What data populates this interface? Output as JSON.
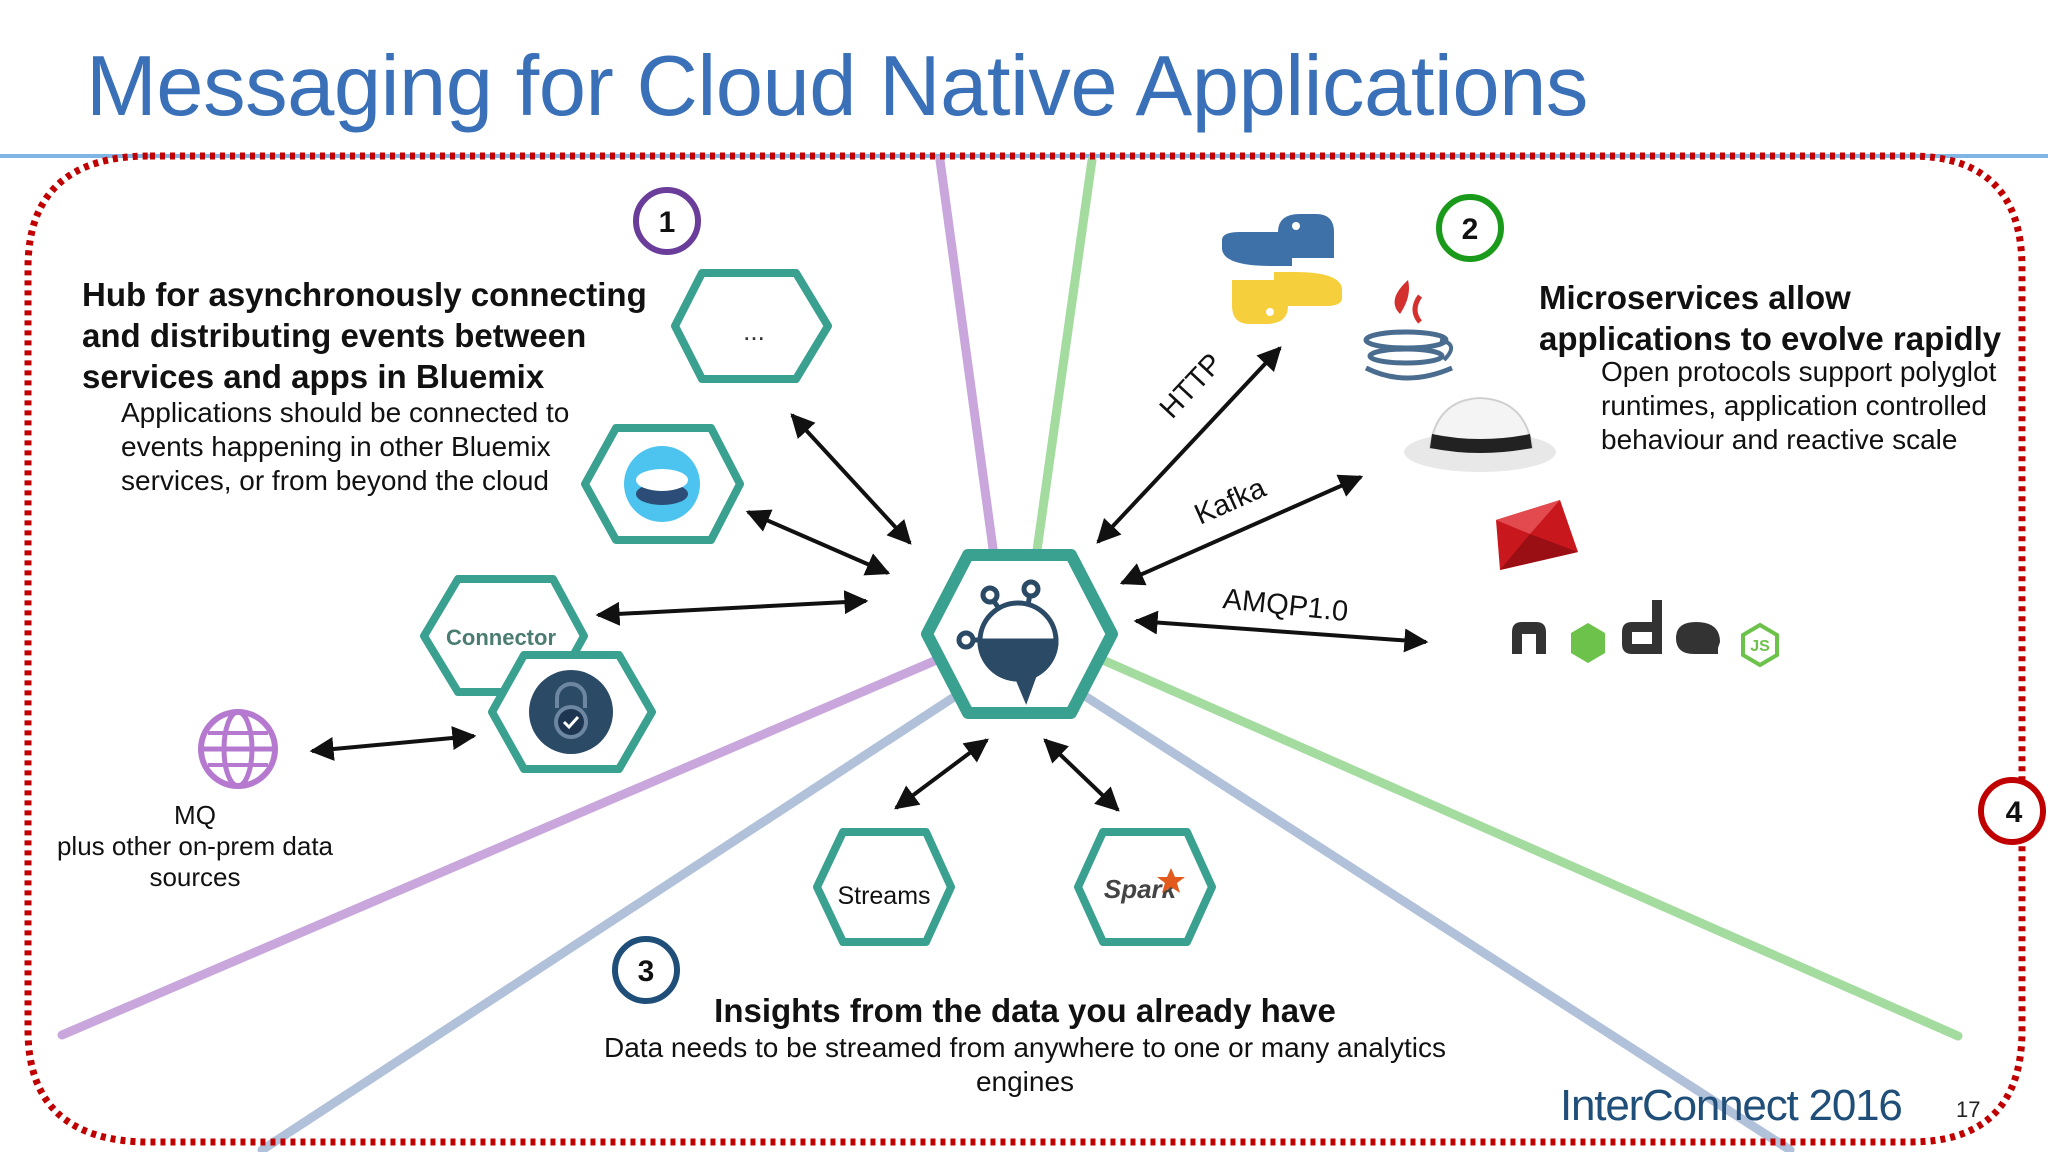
{
  "slide": {
    "title": "Messaging for Cloud Native Applications",
    "brand": "InterConnect 2016",
    "page_number": "17"
  },
  "section_markers": [
    {
      "label": "1",
      "color": "#6a3d9a"
    },
    {
      "label": "2",
      "color": "#1a9a1a"
    },
    {
      "label": "3",
      "color": "#1f4e79"
    },
    {
      "label": "4",
      "color": "#c00000"
    }
  ],
  "section1": {
    "heading": "Hub for asynchronously connecting and distributing events between services and apps in Bluemix",
    "body": "Applications should be connected to events happening in other Bluemix services, or from beyond the cloud"
  },
  "section2": {
    "heading": "Microservices allow applications to evolve rapidly",
    "body": "Open protocols support polyglot runtimes, application controlled behaviour and reactive scale"
  },
  "section3": {
    "heading": "Insights from the data you already have",
    "body": "Data needs to be streamed from anywhere to one or many analytics engines"
  },
  "services": {
    "more_label": "...",
    "connector_label": "Connector",
    "streams_label": "Streams",
    "spark_label": "Spark"
  },
  "mq": {
    "label": "MQ",
    "caption": "plus other on-prem data sources"
  },
  "protocols": {
    "http": "HTTP",
    "kafka": "Kafka",
    "amqp": "AMQP1.0"
  },
  "runtime_icons": [
    "python-logo",
    "java-logo",
    "white-fedora-hat",
    "ruby-gem",
    "nodejs-logo"
  ],
  "colors": {
    "title": "#3a70b8",
    "hex_border": "#3aa08f",
    "dotted_frame": "#c00000",
    "divider": "#7fb6e6",
    "ray_purple": "#c9a6dc",
    "ray_green": "#a4dca0",
    "ray_blue": "#b0c1d9"
  }
}
